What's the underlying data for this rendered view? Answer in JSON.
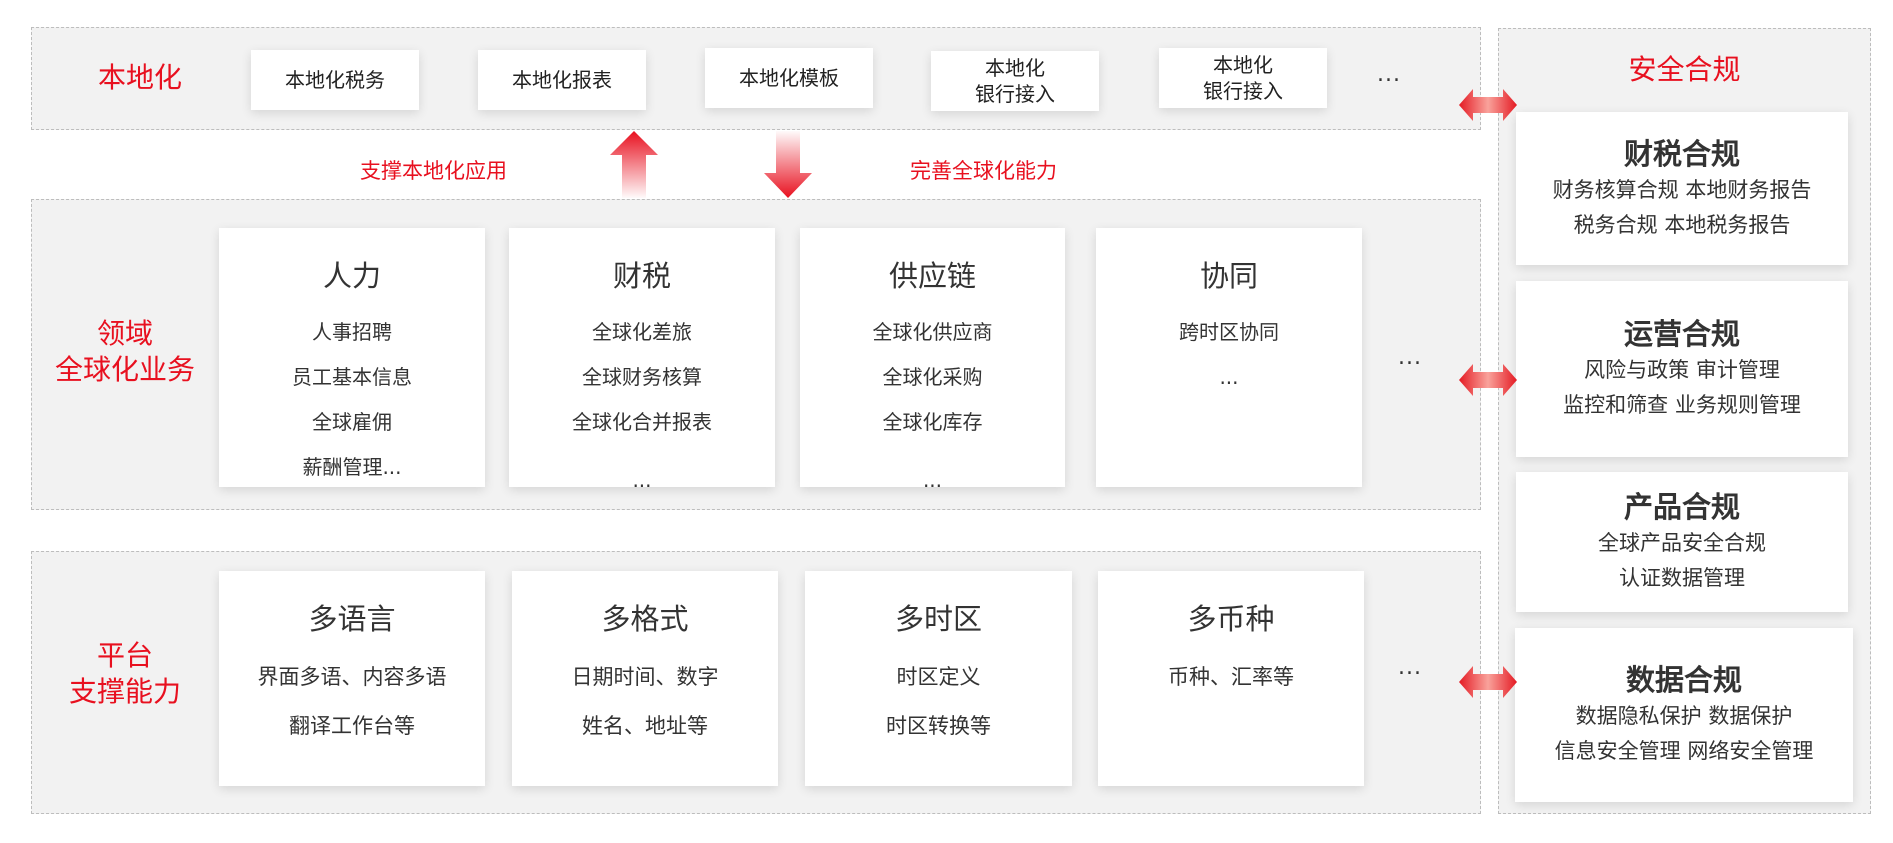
{
  "localization": {
    "label": "本地化",
    "items": [
      {
        "label": "本地化税务"
      },
      {
        "label": "本地化报表"
      },
      {
        "label": "本地化模板"
      },
      {
        "label": "本地化\n银行接入"
      },
      {
        "label": "本地化\n银行接入"
      }
    ],
    "more": "..."
  },
  "flows": {
    "up_label": "支撑本地化应用",
    "down_label": "完善全球化能力"
  },
  "domain": {
    "label_line1": "领域",
    "label_line2": "全球化业务",
    "cards": [
      {
        "title": "人力",
        "items": [
          "人事招聘",
          "员工基本信息",
          "全球雇佣",
          "薪酬管理..."
        ]
      },
      {
        "title": "财税",
        "items": [
          "全球化差旅",
          "全球财务核算",
          "全球化合并报表",
          "..."
        ]
      },
      {
        "title": "供应链",
        "items": [
          "全球化供应商",
          "全球化采购",
          "全球化库存",
          "..."
        ]
      },
      {
        "title": "协同",
        "items": [
          "跨时区协同",
          "..."
        ]
      }
    ],
    "more": "..."
  },
  "platform": {
    "label_line1": "平台",
    "label_line2": "支撑能力",
    "cards": [
      {
        "title": "多语言",
        "items": [
          "界面多语、内容多语",
          "翻译工作台等"
        ]
      },
      {
        "title": "多格式",
        "items": [
          "日期时间、数字",
          "姓名、地址等"
        ]
      },
      {
        "title": "多时区",
        "items": [
          "时区定义",
          "时区转换等"
        ]
      },
      {
        "title": "多币种",
        "items": [
          "币种、汇率等"
        ]
      }
    ],
    "more": "..."
  },
  "compliance": {
    "label": "安全合规",
    "cards": [
      {
        "title": "财税合规",
        "lines": [
          "财务核算合规 本地财务报告",
          "税务合规 本地税务报告"
        ]
      },
      {
        "title": "运营合规",
        "lines": [
          "风险与政策 审计管理",
          "监控和筛查 业务规则管理"
        ]
      },
      {
        "title": "产品合规",
        "lines": [
          "全球产品安全合规",
          "认证数据管理"
        ]
      },
      {
        "title": "数据合规",
        "lines": [
          "数据隐私保护 数据保护",
          "信息安全管理 网络安全管理"
        ]
      }
    ]
  },
  "colors": {
    "accent_red": "#e8101f",
    "panel_bg": "#f2f2f2",
    "card_bg": "#ffffff",
    "text": "#333333"
  }
}
